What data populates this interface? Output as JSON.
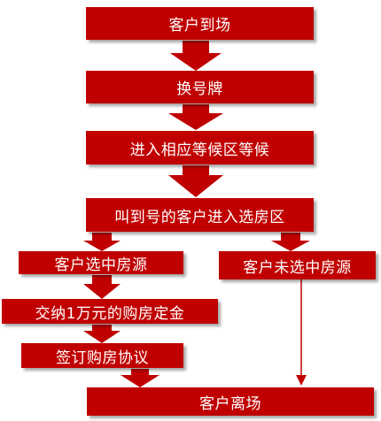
{
  "colors": {
    "box": "#c00000",
    "arrow": "#c00000"
  },
  "steps": {
    "arrive": "客户到场",
    "number": "换号牌",
    "wait": "进入相应等候区等候",
    "called": "叫到号的客户进入选房区",
    "chosen": "客户选中房源",
    "not_chosen": "客户未选中房源",
    "deposit": "交纳1万元的购房定金",
    "sign": "签订购房协议",
    "leave": "客户离场"
  }
}
